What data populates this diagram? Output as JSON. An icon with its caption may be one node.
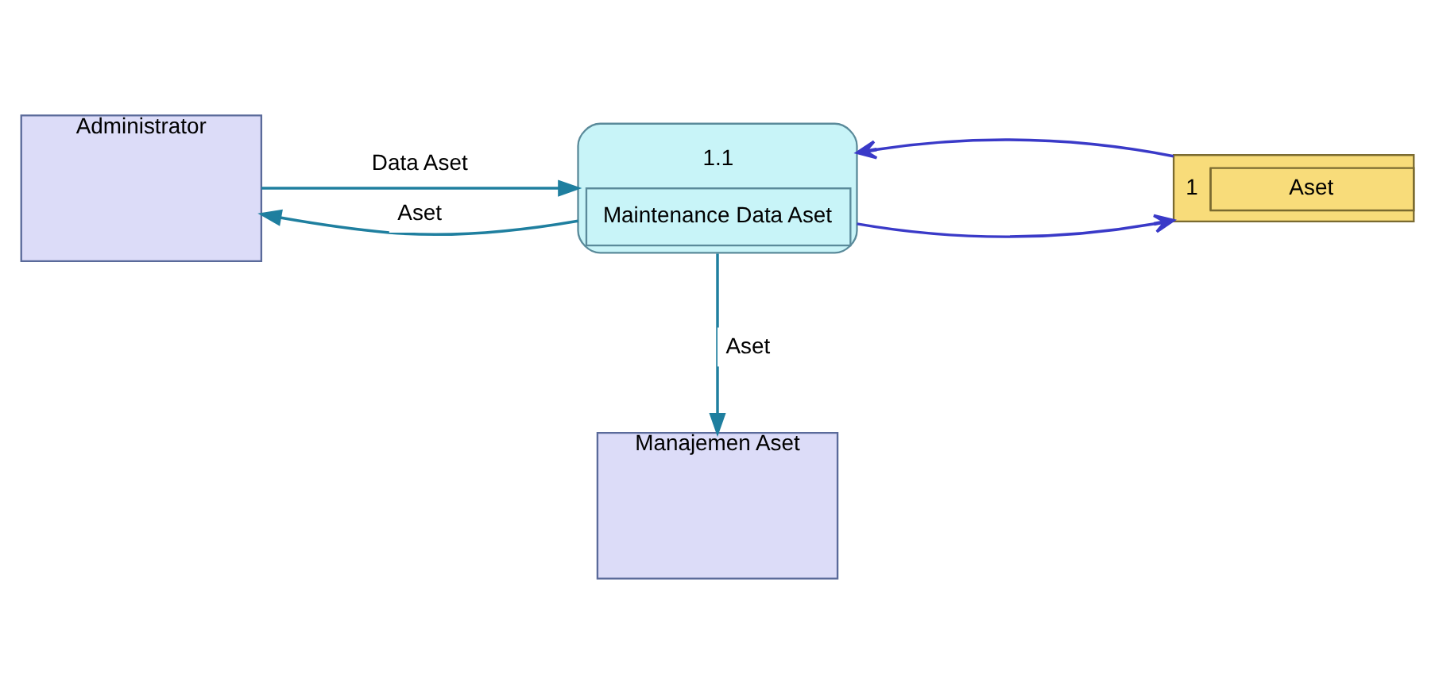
{
  "diagram": {
    "nodes": [
      {
        "text": [
          "Administrator"
        ]
      },
      {
        "text": [
          "1.1",
          "Maintenance Data Aset"
        ]
      },
      {
        "text": [
          "1",
          "Aset"
        ]
      },
      {
        "text": [
          "Manajemen Aset"
        ]
      }
    ],
    "edges": [
      {
        "from": 0,
        "to": 1,
        "arrow": "to",
        "label": "Data Aset"
      },
      {
        "from": 1,
        "to": 0,
        "arrow": "to",
        "label": "Aset"
      },
      {
        "from": 1,
        "to": 2,
        "arrow": "to",
        "color": "#3a3ac8"
      },
      {
        "from": 2,
        "to": 1,
        "arrow": "to",
        "color": "#3a3ac8"
      },
      {
        "from": 1,
        "to": 3,
        "arrow": "to",
        "label": "Aset"
      }
    ]
  }
}
